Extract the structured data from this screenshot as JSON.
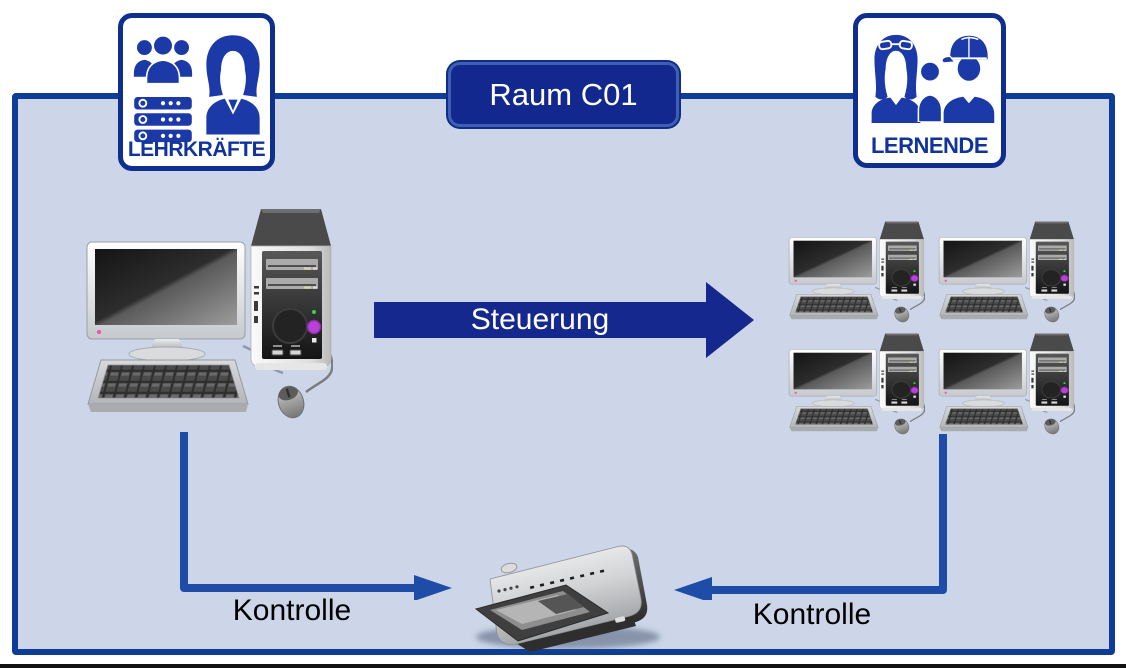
{
  "page": {
    "background": "#ffffff"
  },
  "room": {
    "badge_label": "Raum C01",
    "fill": "#ccd6e8",
    "border_color": "#0d3d96"
  },
  "groups": {
    "teachers": {
      "label": "LEHRKRÄFTE",
      "icons": [
        "teachers-group-icon",
        "server-rack-icon",
        "teacher-silhouette-icon"
      ]
    },
    "students": {
      "label": "LERNENDE",
      "icons": [
        "student-girl-icon",
        "student-child-icon",
        "student-boy-cap-icon"
      ]
    }
  },
  "equipment": {
    "teacher_computers": 1,
    "student_computers": 4,
    "printers": 1
  },
  "connections": {
    "steuerung": {
      "label": "Steuerung",
      "from": "teacher-computer",
      "to": "student-computers",
      "color": "#15288d"
    },
    "kontrolle_teacher": {
      "label": "Kontrolle",
      "from": "teacher-computer",
      "to": "printer",
      "color": "#1e4ca7"
    },
    "kontrolle_students": {
      "label": "Kontrolle",
      "from": "student-computers",
      "to": "printer",
      "color": "#1e4ca7"
    }
  },
  "colors": {
    "icon_blue": "#1b3aa8",
    "dark_arrow_blue": "#15288d",
    "connector_blue": "#1e4ca7",
    "badge_fill": "#13288f",
    "badge_border": "#3f5eb4",
    "label_black": "#000000",
    "label_white": "#ffffff"
  }
}
